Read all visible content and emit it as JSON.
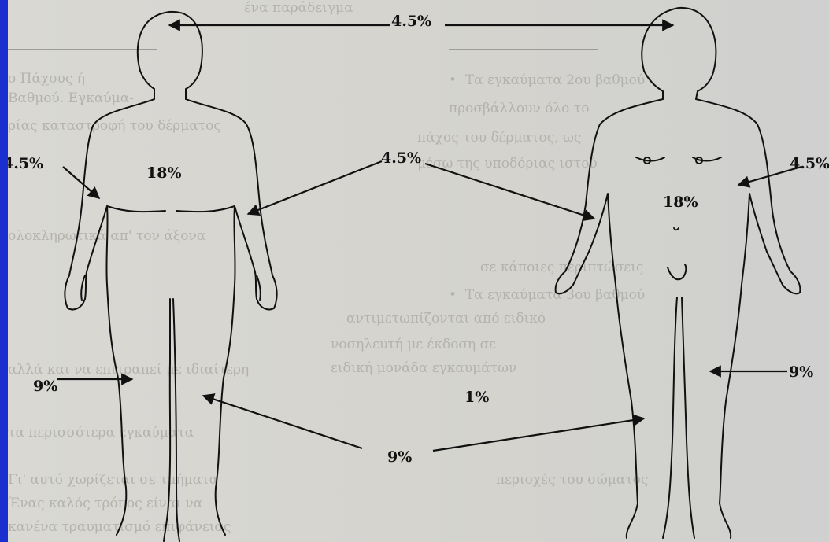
{
  "labels": {
    "head_back": "4.5%",
    "arm_back_left": "4.5%",
    "torso_back": "18%",
    "arm_center": "4.5%",
    "torso_front": "18%",
    "arm_front_right": "4.5%",
    "leg_back": "9%",
    "genital": "1%",
    "leg_center": "9%",
    "leg_front_right": "9%"
  },
  "colors": {
    "border": "#1a2fd0",
    "page": "#d6d5d0",
    "ink": "#111111"
  }
}
